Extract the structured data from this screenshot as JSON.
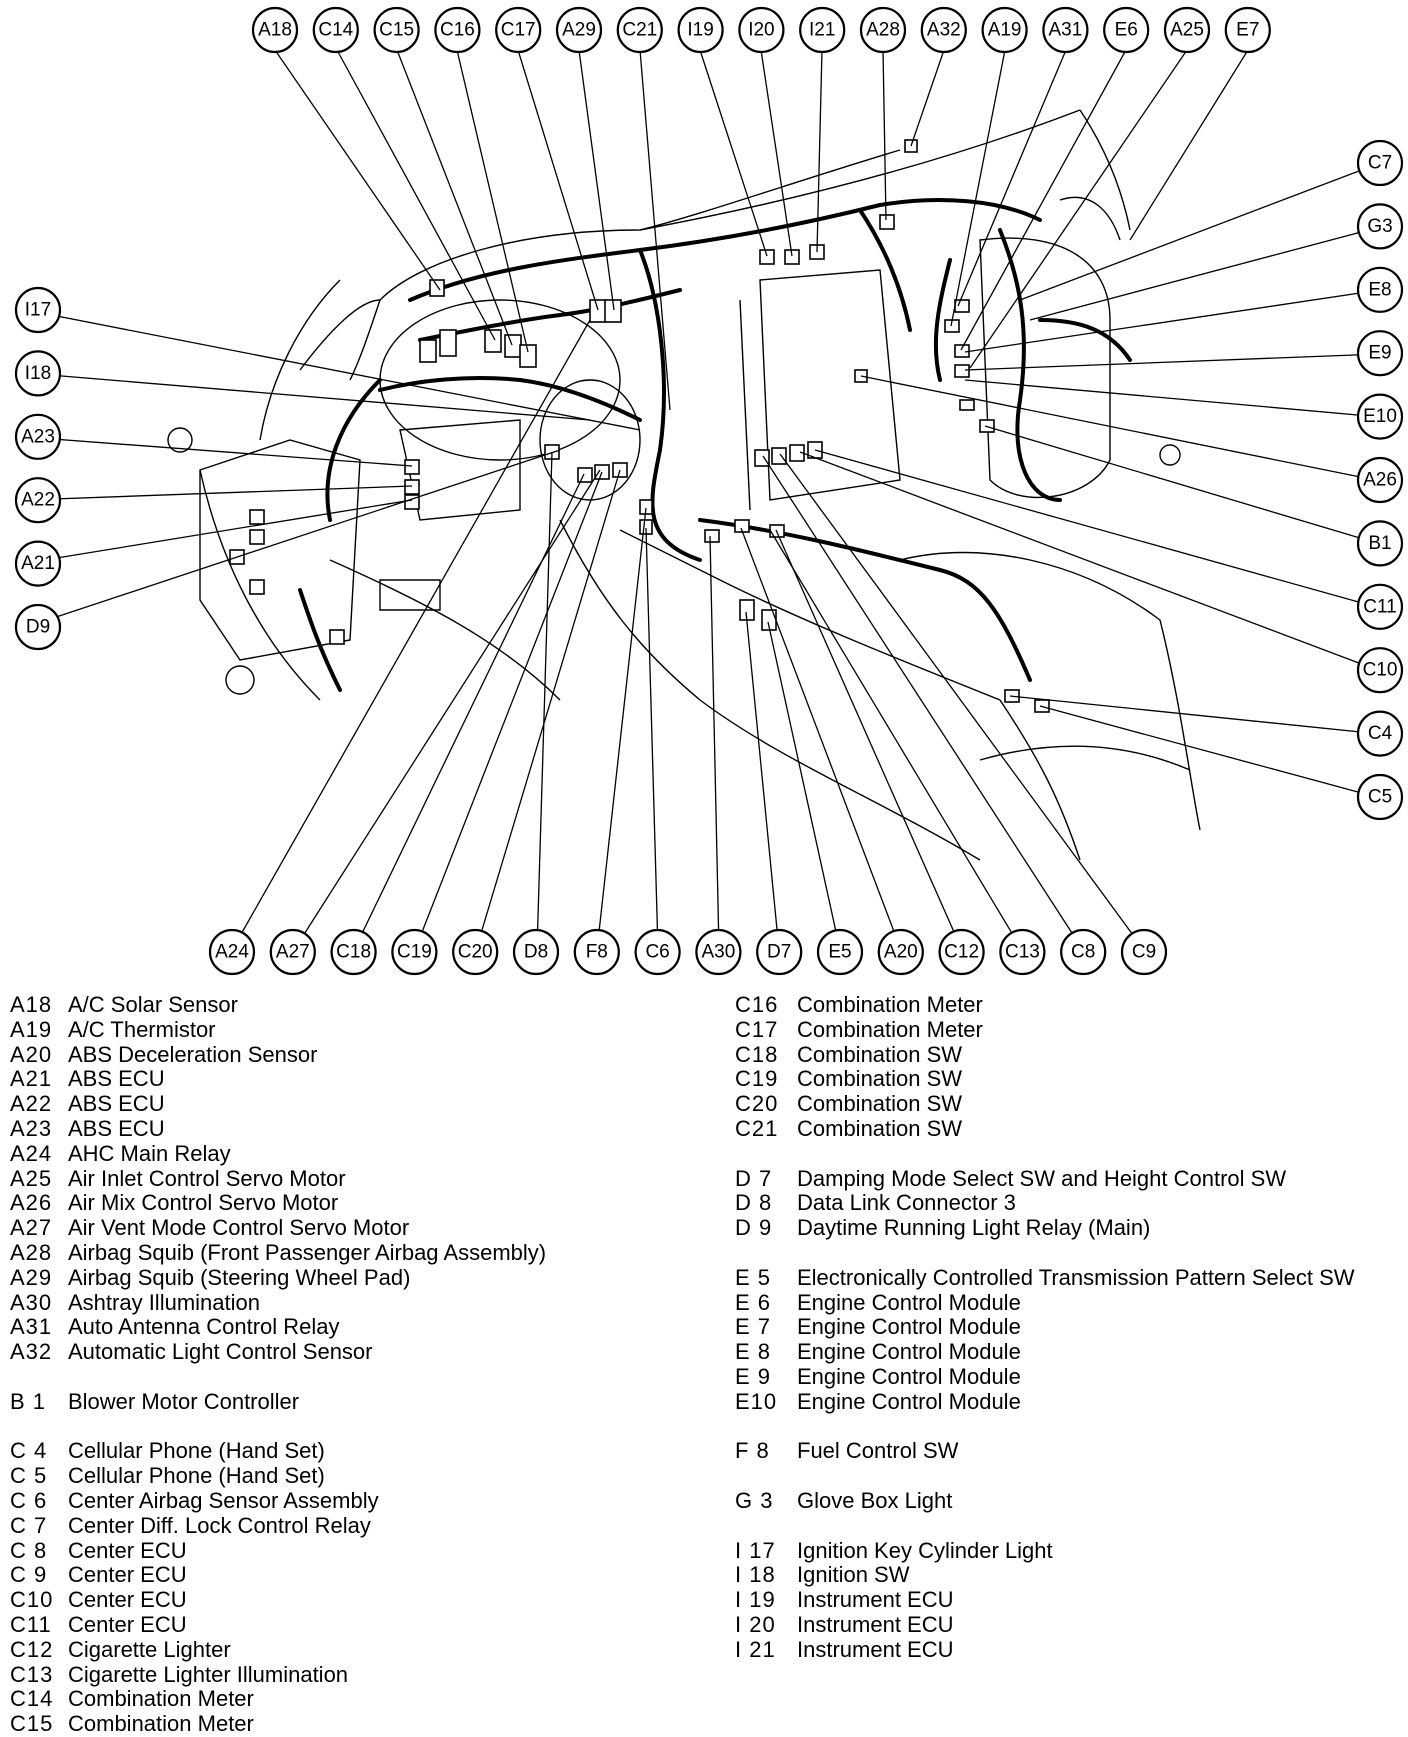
{
  "callouts_top": [
    "A18",
    "C14",
    "C15",
    "C16",
    "C17",
    "A29",
    "C21",
    "I19",
    "I20",
    "I21",
    "A28",
    "A32",
    "A19",
    "A31",
    "E6",
    "A25",
    "E7"
  ],
  "callouts_right": [
    "C7",
    "G3",
    "E8",
    "E9",
    "E10",
    "A26",
    "B1",
    "C11",
    "C10",
    "C4",
    "C5"
  ],
  "callouts_left": [
    "I17",
    "I18",
    "A23",
    "A22",
    "A21",
    "D9"
  ],
  "callouts_bottom": [
    "A24",
    "A27",
    "C18",
    "C19",
    "C20",
    "D8",
    "F8",
    "C6",
    "A30",
    "D7",
    "E5",
    "A20",
    "C12",
    "C13",
    "C8",
    "C9"
  ],
  "legend_left": [
    {
      "code": "A18",
      "desc": "A/C Solar Sensor"
    },
    {
      "code": "A19",
      "desc": "A/C Thermistor"
    },
    {
      "code": "A20",
      "desc": "ABS Deceleration Sensor"
    },
    {
      "code": "A21",
      "desc": "ABS ECU"
    },
    {
      "code": "A22",
      "desc": "ABS ECU"
    },
    {
      "code": "A23",
      "desc": "ABS ECU"
    },
    {
      "code": "A24",
      "desc": "AHC Main Relay"
    },
    {
      "code": "A25",
      "desc": "Air Inlet Control Servo Motor"
    },
    {
      "code": "A26",
      "desc": "Air Mix Control Servo Motor"
    },
    {
      "code": "A27",
      "desc": "Air Vent Mode Control Servo Motor"
    },
    {
      "code": "A28",
      "desc": "Airbag Squib (Front Passenger Airbag Assembly)"
    },
    {
      "code": "A29",
      "desc": "Airbag Squib (Steering Wheel Pad)"
    },
    {
      "code": "A30",
      "desc": "Ashtray Illumination"
    },
    {
      "code": "A31",
      "desc": "Auto Antenna Control Relay"
    },
    {
      "code": "A32",
      "desc": "Automatic Light Control Sensor"
    },
    {
      "gap": true
    },
    {
      "code": "B 1",
      "desc": "Blower Motor Controller"
    },
    {
      "gap": true
    },
    {
      "code": "C 4",
      "desc": "Cellular Phone (Hand Set)"
    },
    {
      "code": "C 5",
      "desc": "Cellular Phone (Hand Set)"
    },
    {
      "code": "C 6",
      "desc": "Center Airbag Sensor Assembly"
    },
    {
      "code": "C 7",
      "desc": "Center Diff. Lock Control Relay"
    },
    {
      "code": "C 8",
      "desc": "Center ECU"
    },
    {
      "code": "C 9",
      "desc": "Center ECU"
    },
    {
      "code": "C10",
      "desc": "Center ECU"
    },
    {
      "code": "C11",
      "desc": "Center ECU"
    },
    {
      "code": "C12",
      "desc": "Cigarette Lighter"
    },
    {
      "code": "C13",
      "desc": "Cigarette Lighter Illumination"
    },
    {
      "code": "C14",
      "desc": "Combination Meter"
    },
    {
      "code": "C15",
      "desc": "Combination Meter"
    }
  ],
  "legend_right": [
    {
      "code": "C16",
      "desc": "Combination Meter"
    },
    {
      "code": "C17",
      "desc": "Combination Meter"
    },
    {
      "code": "C18",
      "desc": "Combination SW"
    },
    {
      "code": "C19",
      "desc": "Combination SW"
    },
    {
      "code": "C20",
      "desc": "Combination SW"
    },
    {
      "code": "C21",
      "desc": "Combination SW"
    },
    {
      "gap": true
    },
    {
      "code": "D 7",
      "desc": "Damping Mode Select SW and Height Control SW"
    },
    {
      "code": "D 8",
      "desc": "Data Link Connector 3"
    },
    {
      "code": "D 9",
      "desc": "Daytime Running Light Relay (Main)"
    },
    {
      "gap": true
    },
    {
      "code": "E 5",
      "desc": "Electronically Controlled Transmission Pattern Select SW"
    },
    {
      "code": "E 6",
      "desc": "Engine Control Module"
    },
    {
      "code": "E 7",
      "desc": "Engine Control Module"
    },
    {
      "code": "E 8",
      "desc": "Engine Control Module"
    },
    {
      "code": "E 9",
      "desc": "Engine Control Module"
    },
    {
      "code": "E10",
      "desc": "Engine Control Module"
    },
    {
      "gap": true
    },
    {
      "code": "F 8",
      "desc": "Fuel Control SW"
    },
    {
      "gap": true
    },
    {
      "code": "G 3",
      "desc": "Glove Box Light"
    },
    {
      "gap": true
    },
    {
      "code": "I 17",
      "desc": "Ignition Key Cylinder Light"
    },
    {
      "code": "I 18",
      "desc": "Ignition SW"
    },
    {
      "code": "I 19",
      "desc": "Instrument ECU"
    },
    {
      "code": "I 20",
      "desc": "Instrument ECU"
    },
    {
      "code": "I 21",
      "desc": "Instrument ECU"
    }
  ]
}
